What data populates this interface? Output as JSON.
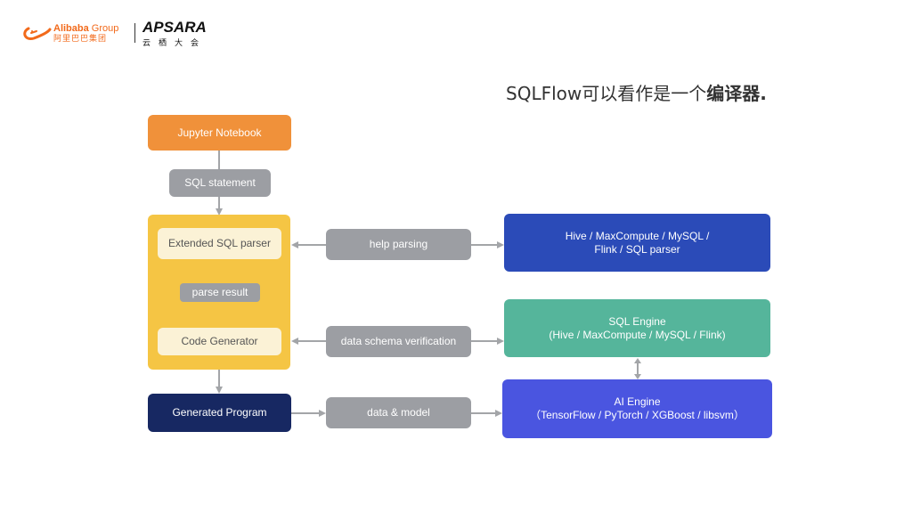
{
  "header": {
    "alibaba_logo": {
      "en_bold": "Alibaba",
      "en_light": "Group",
      "cn": "阿里巴巴集团"
    },
    "apsara_logo": {
      "en": "APSARA",
      "cn": "云栖大会"
    }
  },
  "title": {
    "prefix": "SQLFlow可以看作是一个",
    "emphasis": "编译器",
    "suffix": "."
  },
  "colors": {
    "orange": "#f0913a",
    "gray": "#9c9ea3",
    "yellow": "#f5c544",
    "cream": "#fbf2d6",
    "navy": "#172862",
    "blue": "#2b4bb8",
    "teal": "#55b59b",
    "indigo": "#4a55e0",
    "arrow": "#a3a5a8"
  },
  "nodes": {
    "jupyter": "Jupyter Notebook",
    "sql_statement": "SQL statement",
    "extended_parser": "Extended SQL parser",
    "parse_result": "parse result",
    "code_generator": "Code Generator",
    "generated_program": "Generated Program",
    "help_parsing": "help parsing",
    "data_schema": "data schema verification",
    "data_model": "data & model",
    "hive_parser": {
      "line1": "Hive / MaxCompute / MySQL /",
      "line2": "Flink / SQL parser"
    },
    "sql_engine": {
      "line1": "SQL Engine",
      "line2": "(Hive / MaxCompute / MySQL / Flink)"
    },
    "ai_engine": {
      "line1": "AI Engine",
      "line2": "（TensorFlow / PyTorch / XGBoost / libsvm）"
    }
  }
}
